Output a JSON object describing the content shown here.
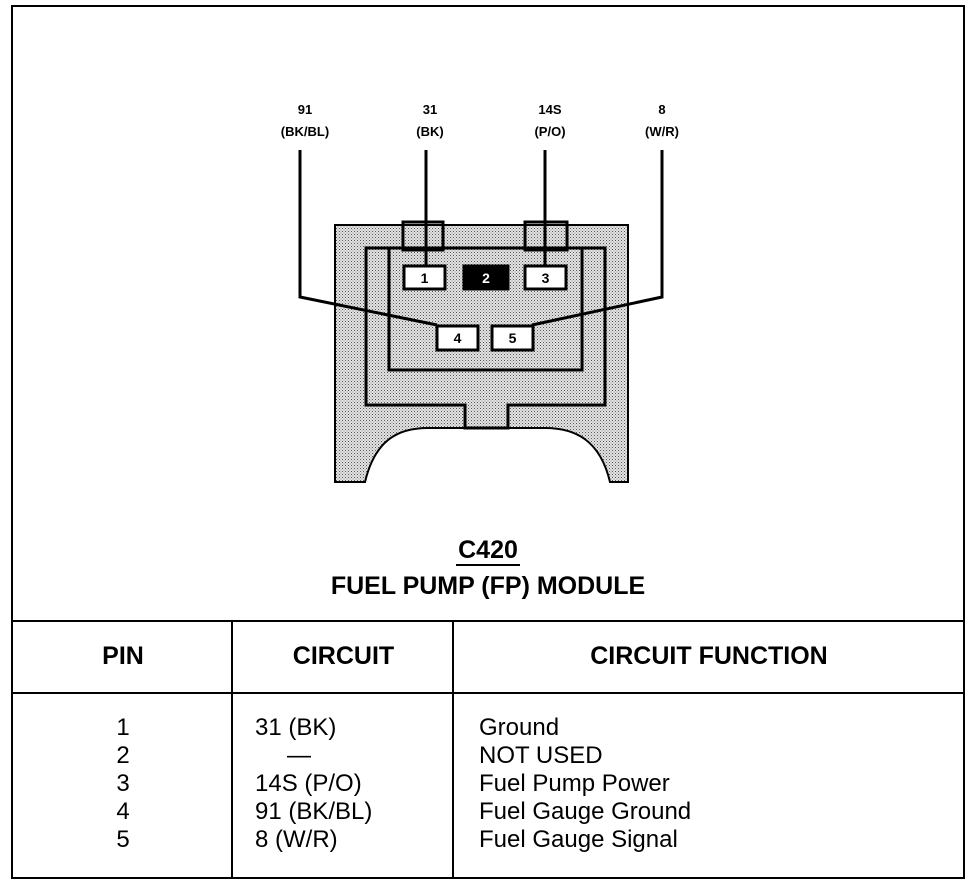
{
  "wires": [
    {
      "circuit": "91",
      "color": "(BK/BL)"
    },
    {
      "circuit": "31",
      "color": "(BK)"
    },
    {
      "circuit": "14S",
      "color": "(P/O)"
    },
    {
      "circuit": "8",
      "color": "(W/R)"
    }
  ],
  "pins": [
    "1",
    "2",
    "3",
    "4",
    "5"
  ],
  "connector": {
    "id": "C420",
    "name": "FUEL PUMP (FP) MODULE"
  },
  "table": {
    "headers": {
      "pin": "PIN",
      "circuit": "CIRCUIT",
      "function": "CIRCUIT FUNCTION"
    },
    "rows": [
      {
        "pin": "1",
        "circuit": "31 (BK)",
        "function": "Ground"
      },
      {
        "pin": "2",
        "circuit": "—",
        "function": "NOT USED"
      },
      {
        "pin": "3",
        "circuit": "14S (P/O)",
        "function": "Fuel Pump Power"
      },
      {
        "pin": "4",
        "circuit": "91 (BK/BL)",
        "function": "Fuel Gauge Ground"
      },
      {
        "pin": "5",
        "circuit": "8 (W/R)",
        "function": "Fuel Gauge Signal"
      }
    ]
  }
}
